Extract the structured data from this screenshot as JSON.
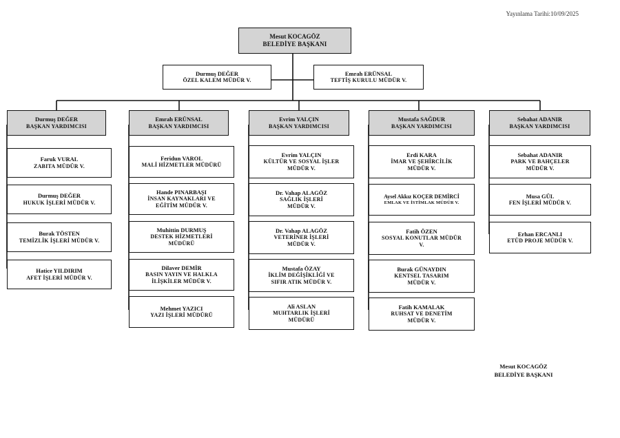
{
  "publication_date": "Yayınlama Tarihi:10/09/2025",
  "mayor": {
    "name": "Mesut KOCAGÖZ",
    "title": "BELEDİYE BAŞKANI"
  },
  "advisors": [
    {
      "name": "Durmuş DEĞER",
      "title": "ÖZEL KALEM MÜDÜR V."
    },
    {
      "name": "Emrah ERÜNSAL",
      "title": "TEFTİŞ KURULU MÜDÜR V."
    }
  ],
  "columns": [
    {
      "head": {
        "name": "Durmuş DEĞER",
        "title": "BAŞKAN YARDIMCISI"
      },
      "units": [
        {
          "name": "Faruk VURAL",
          "lines": [
            "ZABITA MÜDÜR V."
          ]
        },
        {
          "name": "Durmuş DEĞER",
          "lines": [
            "HUKUK İŞLERİ MÜDÜR V."
          ]
        },
        {
          "name": "Burak TÖSTEN",
          "lines": [
            "TEMİZLİK İŞLERİ MÜDÜR V."
          ]
        },
        {
          "name": "Hatice YILDIRIM",
          "lines": [
            "AFET İŞLERİ MÜDÜR V."
          ]
        }
      ]
    },
    {
      "head": {
        "name": "Emrah ERÜNSAL",
        "title": "BAŞKAN YARDIMCISI"
      },
      "units": [
        {
          "name": "Feridun VAROL",
          "lines": [
            "MALİ HİZMETLER MÜDÜRÜ"
          ]
        },
        {
          "name": "Hande PINARBAŞI",
          "lines": [
            "İNSAN KAYNAKLARI VE",
            "EĞİTİM MÜDÜR V."
          ]
        },
        {
          "name": "Muhittin DURMUŞ",
          "lines": [
            "DESTEK HİZMETLERİ",
            "MÜDÜRÜ"
          ]
        },
        {
          "name": "Dilaver DEMİR",
          "lines": [
            "BASIN YAYIN VE HALKLA",
            "İLİŞKİLER MÜDÜR V."
          ]
        },
        {
          "name": "Mehmet YAZICI",
          "lines": [
            "YAZI İŞLERİ MÜDÜRÜ"
          ]
        }
      ]
    },
    {
      "head": {
        "name": "Evrim YALÇIN",
        "title": "BAŞKAN YARDIMCISI"
      },
      "units": [
        {
          "name": "Evrim YALÇIN",
          "lines": [
            "KÜLTÜR VE SOSYAL İŞLER",
            "MÜDÜR V."
          ]
        },
        {
          "name": "Dr. Vahap ALAGÖZ",
          "lines": [
            "SAĞLIK İŞLERİ",
            "MÜDÜR V."
          ]
        },
        {
          "name": "Dr. Vahap ALAGÖZ",
          "lines": [
            "VETERİNER İŞLERİ",
            "MÜDÜR V."
          ]
        },
        {
          "name": "Mustafa ÖZAY",
          "lines": [
            "İKLİM DEĞİŞİKLİĞİ VE",
            "SIFIR ATIK MÜDÜR V."
          ]
        },
        {
          "name": "Ali ASLAN",
          "lines": [
            "MUHTARLIK İŞLERİ",
            "MÜDÜRÜ"
          ]
        }
      ]
    },
    {
      "head": {
        "name": "Mustafa SAĞDUR",
        "title": "BAŞKAN YARDIMCISI"
      },
      "units": [
        {
          "name": "Erdi KARA",
          "lines": [
            "İMAR VE ŞEHİRCİLİK",
            "MÜDÜR V."
          ]
        },
        {
          "name": "Aysel Akkız KOÇER DEMİRCİ",
          "lines": [
            "EMLAK VE İSTİMLAK MÜDÜR V."
          ]
        },
        {
          "name": "Fatih ÖZEN",
          "lines": [
            "SOSYAL KONUTLAR MÜDÜR",
            "V."
          ]
        },
        {
          "name": "Burak GÜNAYDIN",
          "lines": [
            "KENTSEL TASARIM",
            "MÜDÜR V."
          ]
        },
        {
          "name": "Fatih KAMALAK",
          "lines": [
            "RUHSAT VE DENETİM",
            "MÜDÜR V."
          ]
        }
      ]
    },
    {
      "head": {
        "name": "Sebahat ADANIR",
        "title": "BAŞKAN YARDIMCISI"
      },
      "units": [
        {
          "name": "Sebahat ADANIR",
          "lines": [
            "PARK VE BAHÇELER",
            "MÜDÜR V."
          ]
        },
        {
          "name": "Musa GÜL",
          "lines": [
            "FEN İŞLERİ MÜDÜR V."
          ]
        },
        {
          "name": "Erhan ERCANLI",
          "lines": [
            "ETÜD PROJE MÜDÜR V."
          ]
        }
      ]
    }
  ],
  "signature": {
    "name": "Mesut KOCAGÖZ",
    "title": "BELEDİYE BAŞKANI"
  }
}
